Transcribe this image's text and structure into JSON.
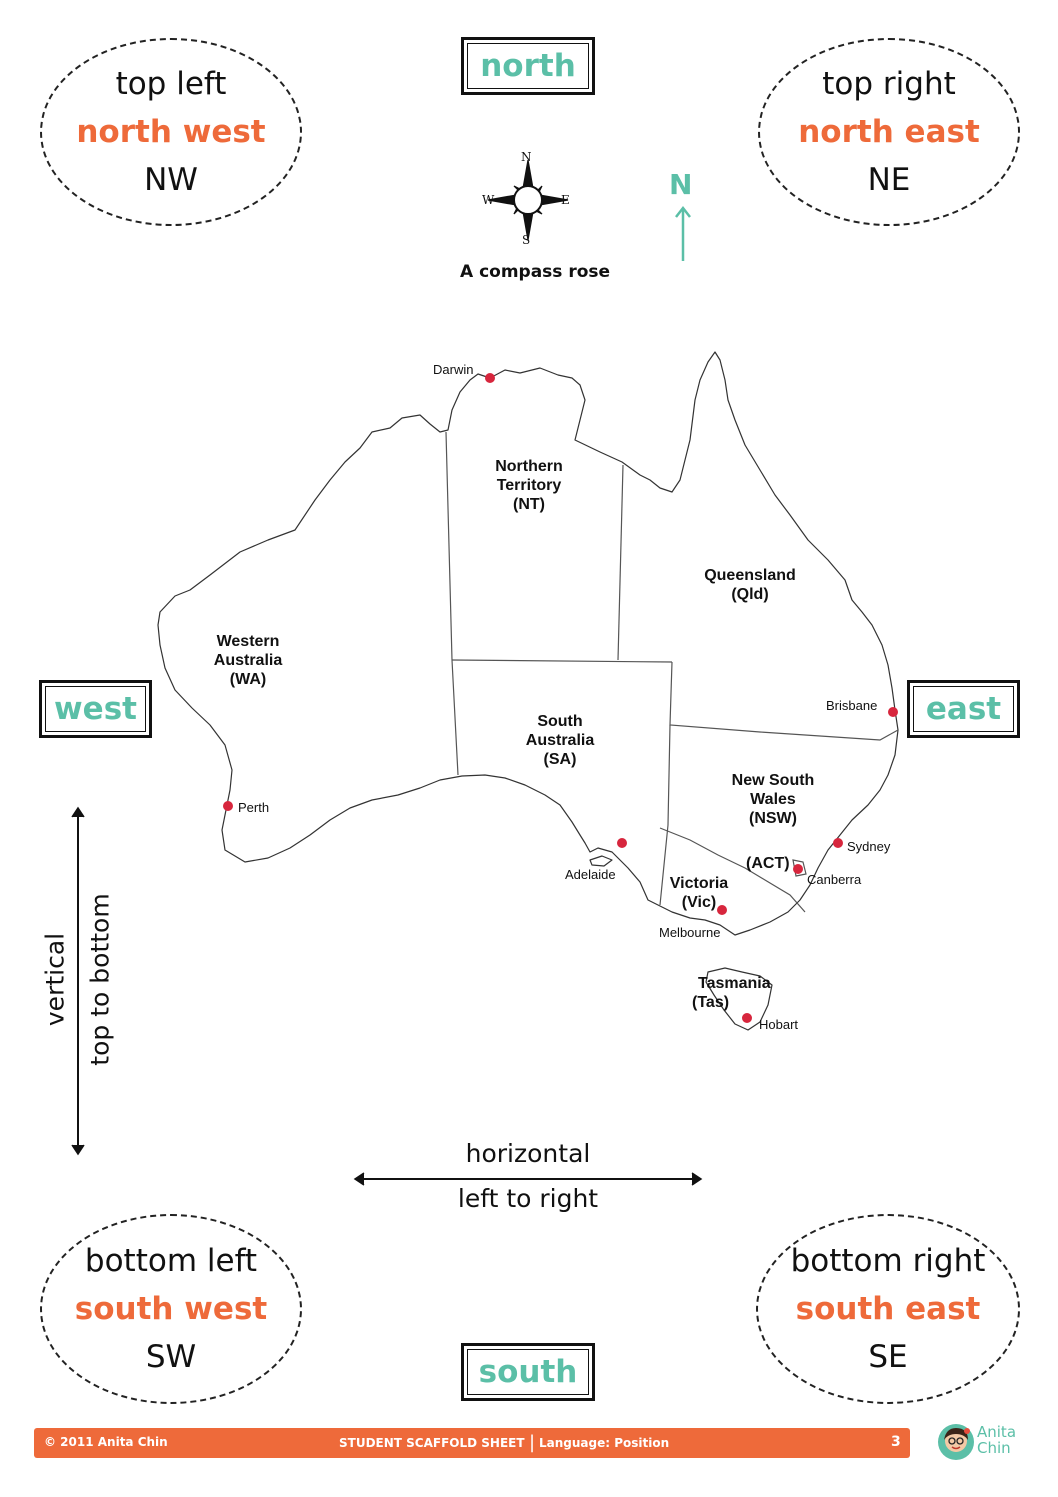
{
  "corners": {
    "top_left": {
      "line1": "top left",
      "line2": "north west",
      "line3": "NW"
    },
    "top_right": {
      "line1": "top right",
      "line2": "north east",
      "line3": "NE"
    },
    "bottom_left": {
      "line1": "bottom left",
      "line2": "south west",
      "line3": "SW"
    },
    "bottom_right": {
      "line1": "bottom right",
      "line2": "south east",
      "line3": "SE"
    }
  },
  "directions": {
    "north": "north",
    "south": "south",
    "east": "east",
    "west": "west"
  },
  "compass": {
    "n": "N",
    "s": "S",
    "e": "E",
    "w": "W",
    "caption": "A compass rose",
    "north_arrow_label": "N"
  },
  "states": {
    "wa": {
      "l1": "Western",
      "l2": "Australia",
      "l3": "(WA)"
    },
    "nt": {
      "l1": "Northern",
      "l2": "Territory",
      "l3": "(NT)"
    },
    "qld": {
      "l1": "Queensland",
      "l2": "(Qld)"
    },
    "sa": {
      "l1": "South",
      "l2": "Australia",
      "l3": "(SA)"
    },
    "nsw": {
      "l1": "New South",
      "l2": "Wales",
      "l3": "(NSW)"
    },
    "act": "(ACT)",
    "vic": {
      "l1": "Victoria",
      "l2": "(Vic)"
    },
    "tas": {
      "l1": "Tasmania",
      "l2": "(Tas)"
    }
  },
  "cities": {
    "darwin": "Darwin",
    "brisbane": "Brisbane",
    "perth": "Perth",
    "adelaide": "Adelaide",
    "sydney": "Sydney",
    "canberra": "Canberra",
    "melbourne": "Melbourne",
    "hobart": "Hobart"
  },
  "axes": {
    "vertical_line1": "vertical",
    "vertical_line2": "top  to  bottom",
    "horizontal_line1": "horizontal",
    "horizontal_line2": "left to right"
  },
  "footer": {
    "copyright": "© 2011 Anita Chin",
    "sheet": "STUDENT SCAFFOLD SHEET",
    "language": "Language: Position",
    "page": "3",
    "brand_line1": "Anita",
    "brand_line2": "Chin"
  },
  "colors": {
    "accent_orange": "#ee6a3a",
    "accent_teal": "#5bbfa7",
    "city_dot": "#d7263d"
  }
}
